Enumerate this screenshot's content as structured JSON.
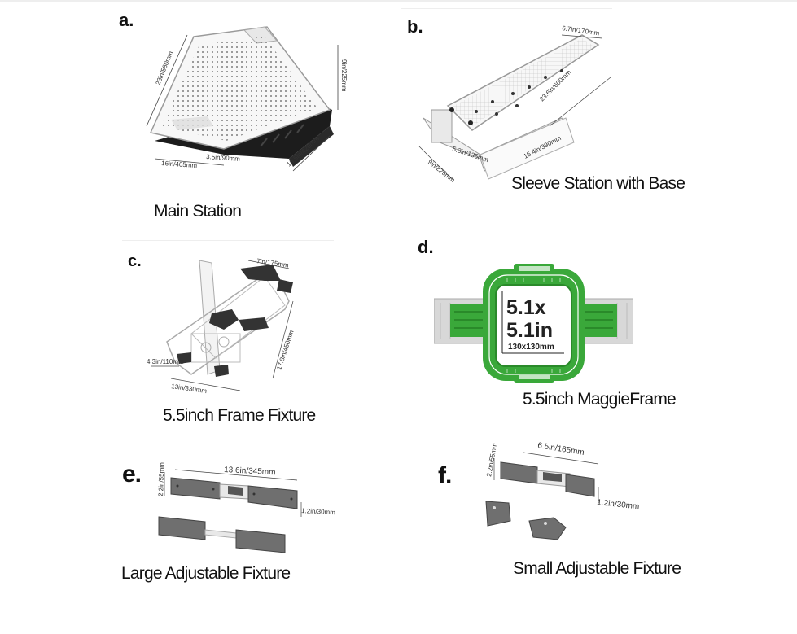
{
  "panels": {
    "a": {
      "letter": "a.",
      "caption": "Main Station",
      "dims": {
        "d1": "23in/580mm",
        "d2": "9in/225mm",
        "d3": "3.5in/90mm",
        "d4": "16in/405mm",
        "d5": "16.5in/420mm"
      }
    },
    "b": {
      "letter": "b.",
      "caption": "Sleeve Station with Base",
      "dims": {
        "d1": "6.7in/170mm",
        "d2": "23.6in/600mm",
        "d3": "5.3in/135mm",
        "d4": "9in/225mm",
        "d5": "15.4in/390mm"
      }
    },
    "c": {
      "letter": "c.",
      "caption": "5.5inch Frame Fixture",
      "dims": {
        "d1": "7in/175mm",
        "d2": "17.8in/450mm",
        "d3": "4.3in/110mm",
        "d4": "13in/330mm"
      }
    },
    "d": {
      "letter": "d.",
      "caption": "5.5inch MaggieFrame",
      "size_line1": "5.1x",
      "size_line2": "5.1in",
      "size_mm": "130x130mm"
    },
    "e": {
      "letter": "e.",
      "caption": "Large Adjustable Fixture",
      "dims": {
        "d1": "13.6in/345mm",
        "d2": "2.2in/55mm",
        "d3": "1.2in/30mm"
      }
    },
    "f": {
      "letter": "f.",
      "caption": "Small Adjustable Fixture",
      "dims": {
        "d1": "6.5in/165mm",
        "d2": "2.2in/55mm",
        "d3": "1.2in/30mm"
      }
    }
  },
  "colors": {
    "frame_green": "#3aa83a",
    "plate_gray": "#6f6f6f",
    "base_black": "#1c1c1c"
  }
}
